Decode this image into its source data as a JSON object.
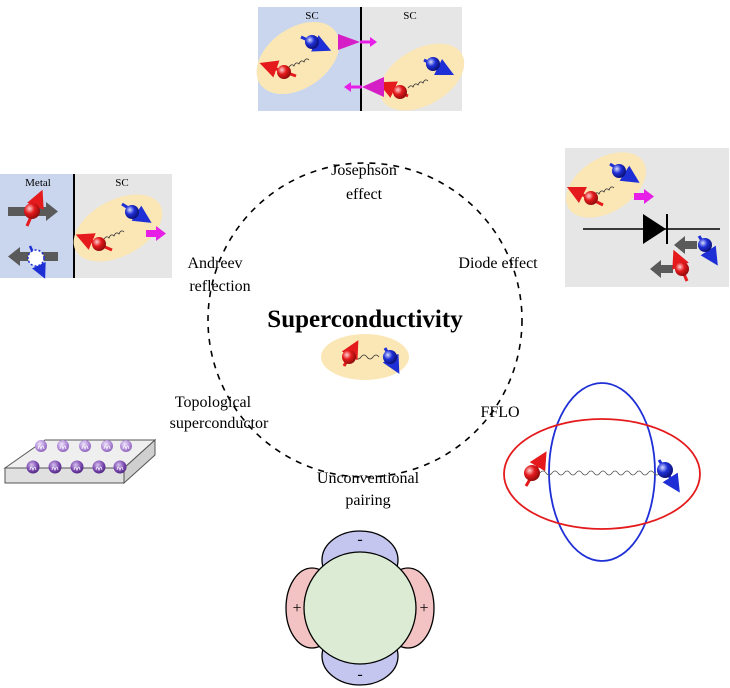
{
  "title": "Superconductivity",
  "topics": {
    "josephson": [
      "Josephson",
      "effect"
    ],
    "diode": [
      "Diode effect"
    ],
    "andreev": [
      "Andreev",
      "reflection"
    ],
    "ffflo": [
      "FFLO"
    ],
    "topological": [
      "Topological",
      "superconductor"
    ],
    "unconventional": [
      "Unconventional",
      "pairing"
    ]
  },
  "panel_labels": {
    "josephson_left": "SC",
    "josephson_right": "SC",
    "andreev_metal": "Metal",
    "andreev_sc": "SC"
  },
  "d_wave_signs": {
    "top": "-",
    "bottom": "-",
    "left": "+",
    "right": "+"
  },
  "colors": {
    "spin_up": "#e41a1c",
    "spin_down": "#1f2fd6",
    "pair_bg": "#fbe7b5",
    "sc_panel": "#e6e6e6",
    "metal_panel": "#c9d6ee",
    "arrow_magenta": "#e61ee6",
    "arrow_gray": "#5a5a5a",
    "majorana": "#6a3a9a",
    "dwave_green": "#dcecd4",
    "dwave_red": "#f3c3c3",
    "dwave_blue": "#c4c6ef"
  }
}
